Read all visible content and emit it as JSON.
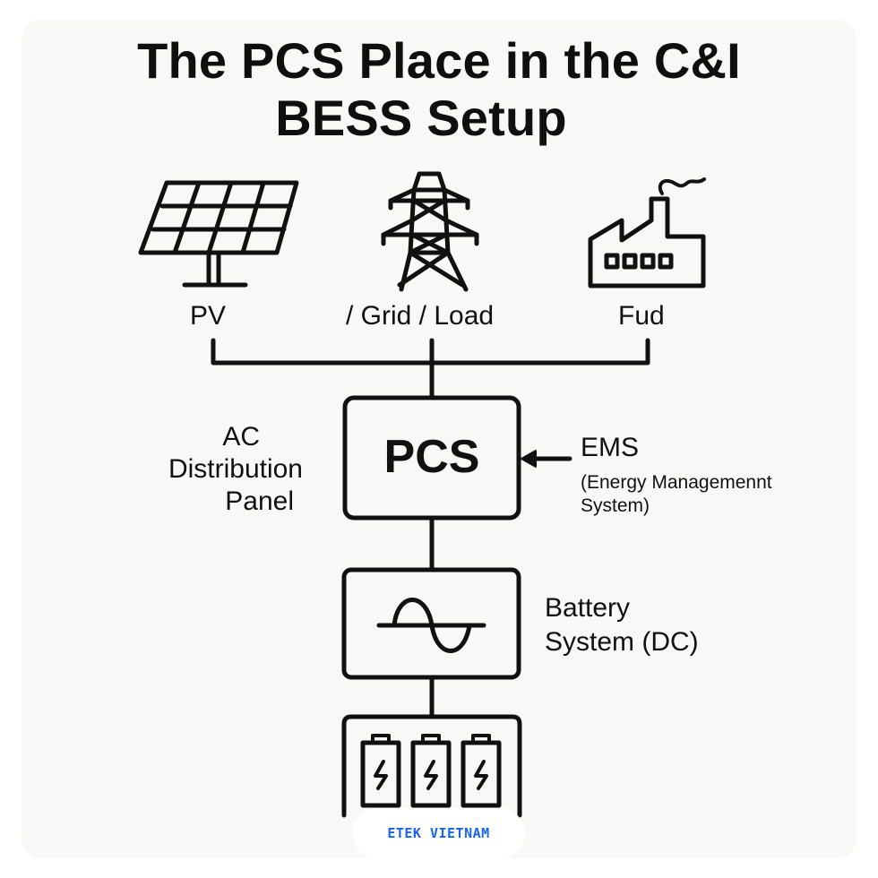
{
  "title": {
    "line1": "The PCS Place in the C&I",
    "line2": "BESS Setup"
  },
  "sources": [
    {
      "icon": "solar-panel-icon",
      "label": "PV"
    },
    {
      "icon": "transmission-tower-icon",
      "label": "/ Grid / Load"
    },
    {
      "icon": "factory-icon",
      "label": "Fud"
    }
  ],
  "ac_panel": {
    "lines": [
      "AC",
      "Distribution",
      "Panel"
    ]
  },
  "pcs": {
    "label": "PCS"
  },
  "ems": {
    "title": "EMS",
    "subtitle_line1": "(Energy Managemennt",
    "subtitle_line2": "System)"
  },
  "converter": {
    "icon": "ac-sine-wave-icon"
  },
  "battery_system": {
    "label_line1": "Battery",
    "label_line2": "System (DC)",
    "battery_count": 3,
    "icon": "battery-charging-icon"
  },
  "watermark": {
    "text": "ETEK VIETNAM",
    "color": "#1565f0"
  },
  "colors": {
    "stroke": "#111111",
    "background": "#f8f8f7"
  }
}
